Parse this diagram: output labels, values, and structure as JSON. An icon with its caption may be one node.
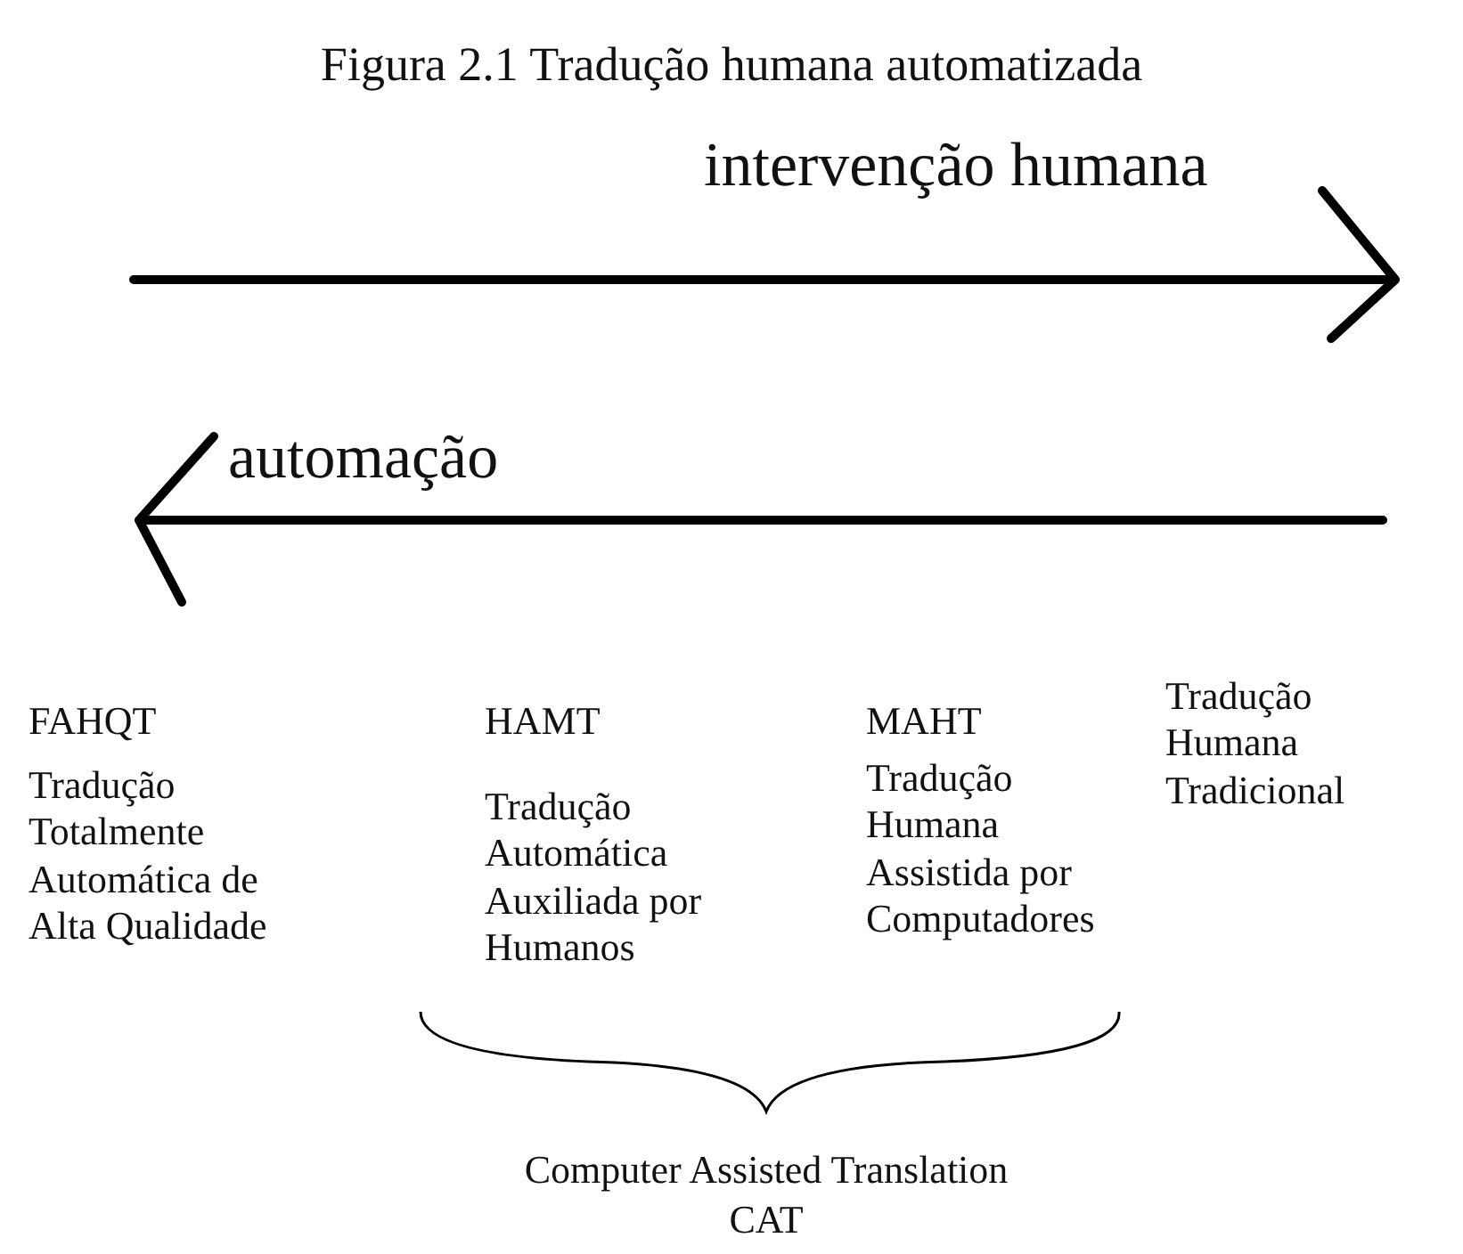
{
  "diagram": {
    "title": "Figura 2.1 Tradução humana automatizada",
    "labels": [
      "intervenção humana",
      "automação",
      "FAHQT",
      "Tradução Totalmente Automática de Alta Qualidade",
      "HAMT",
      "Tradução Automática Auxiliada por Humanos",
      "MAHT",
      "Tradução Humana Assistida por Computadores",
      "Tradução Humana Tradicional",
      "Computer Assisted Translation",
      "CAT"
    ]
  }
}
